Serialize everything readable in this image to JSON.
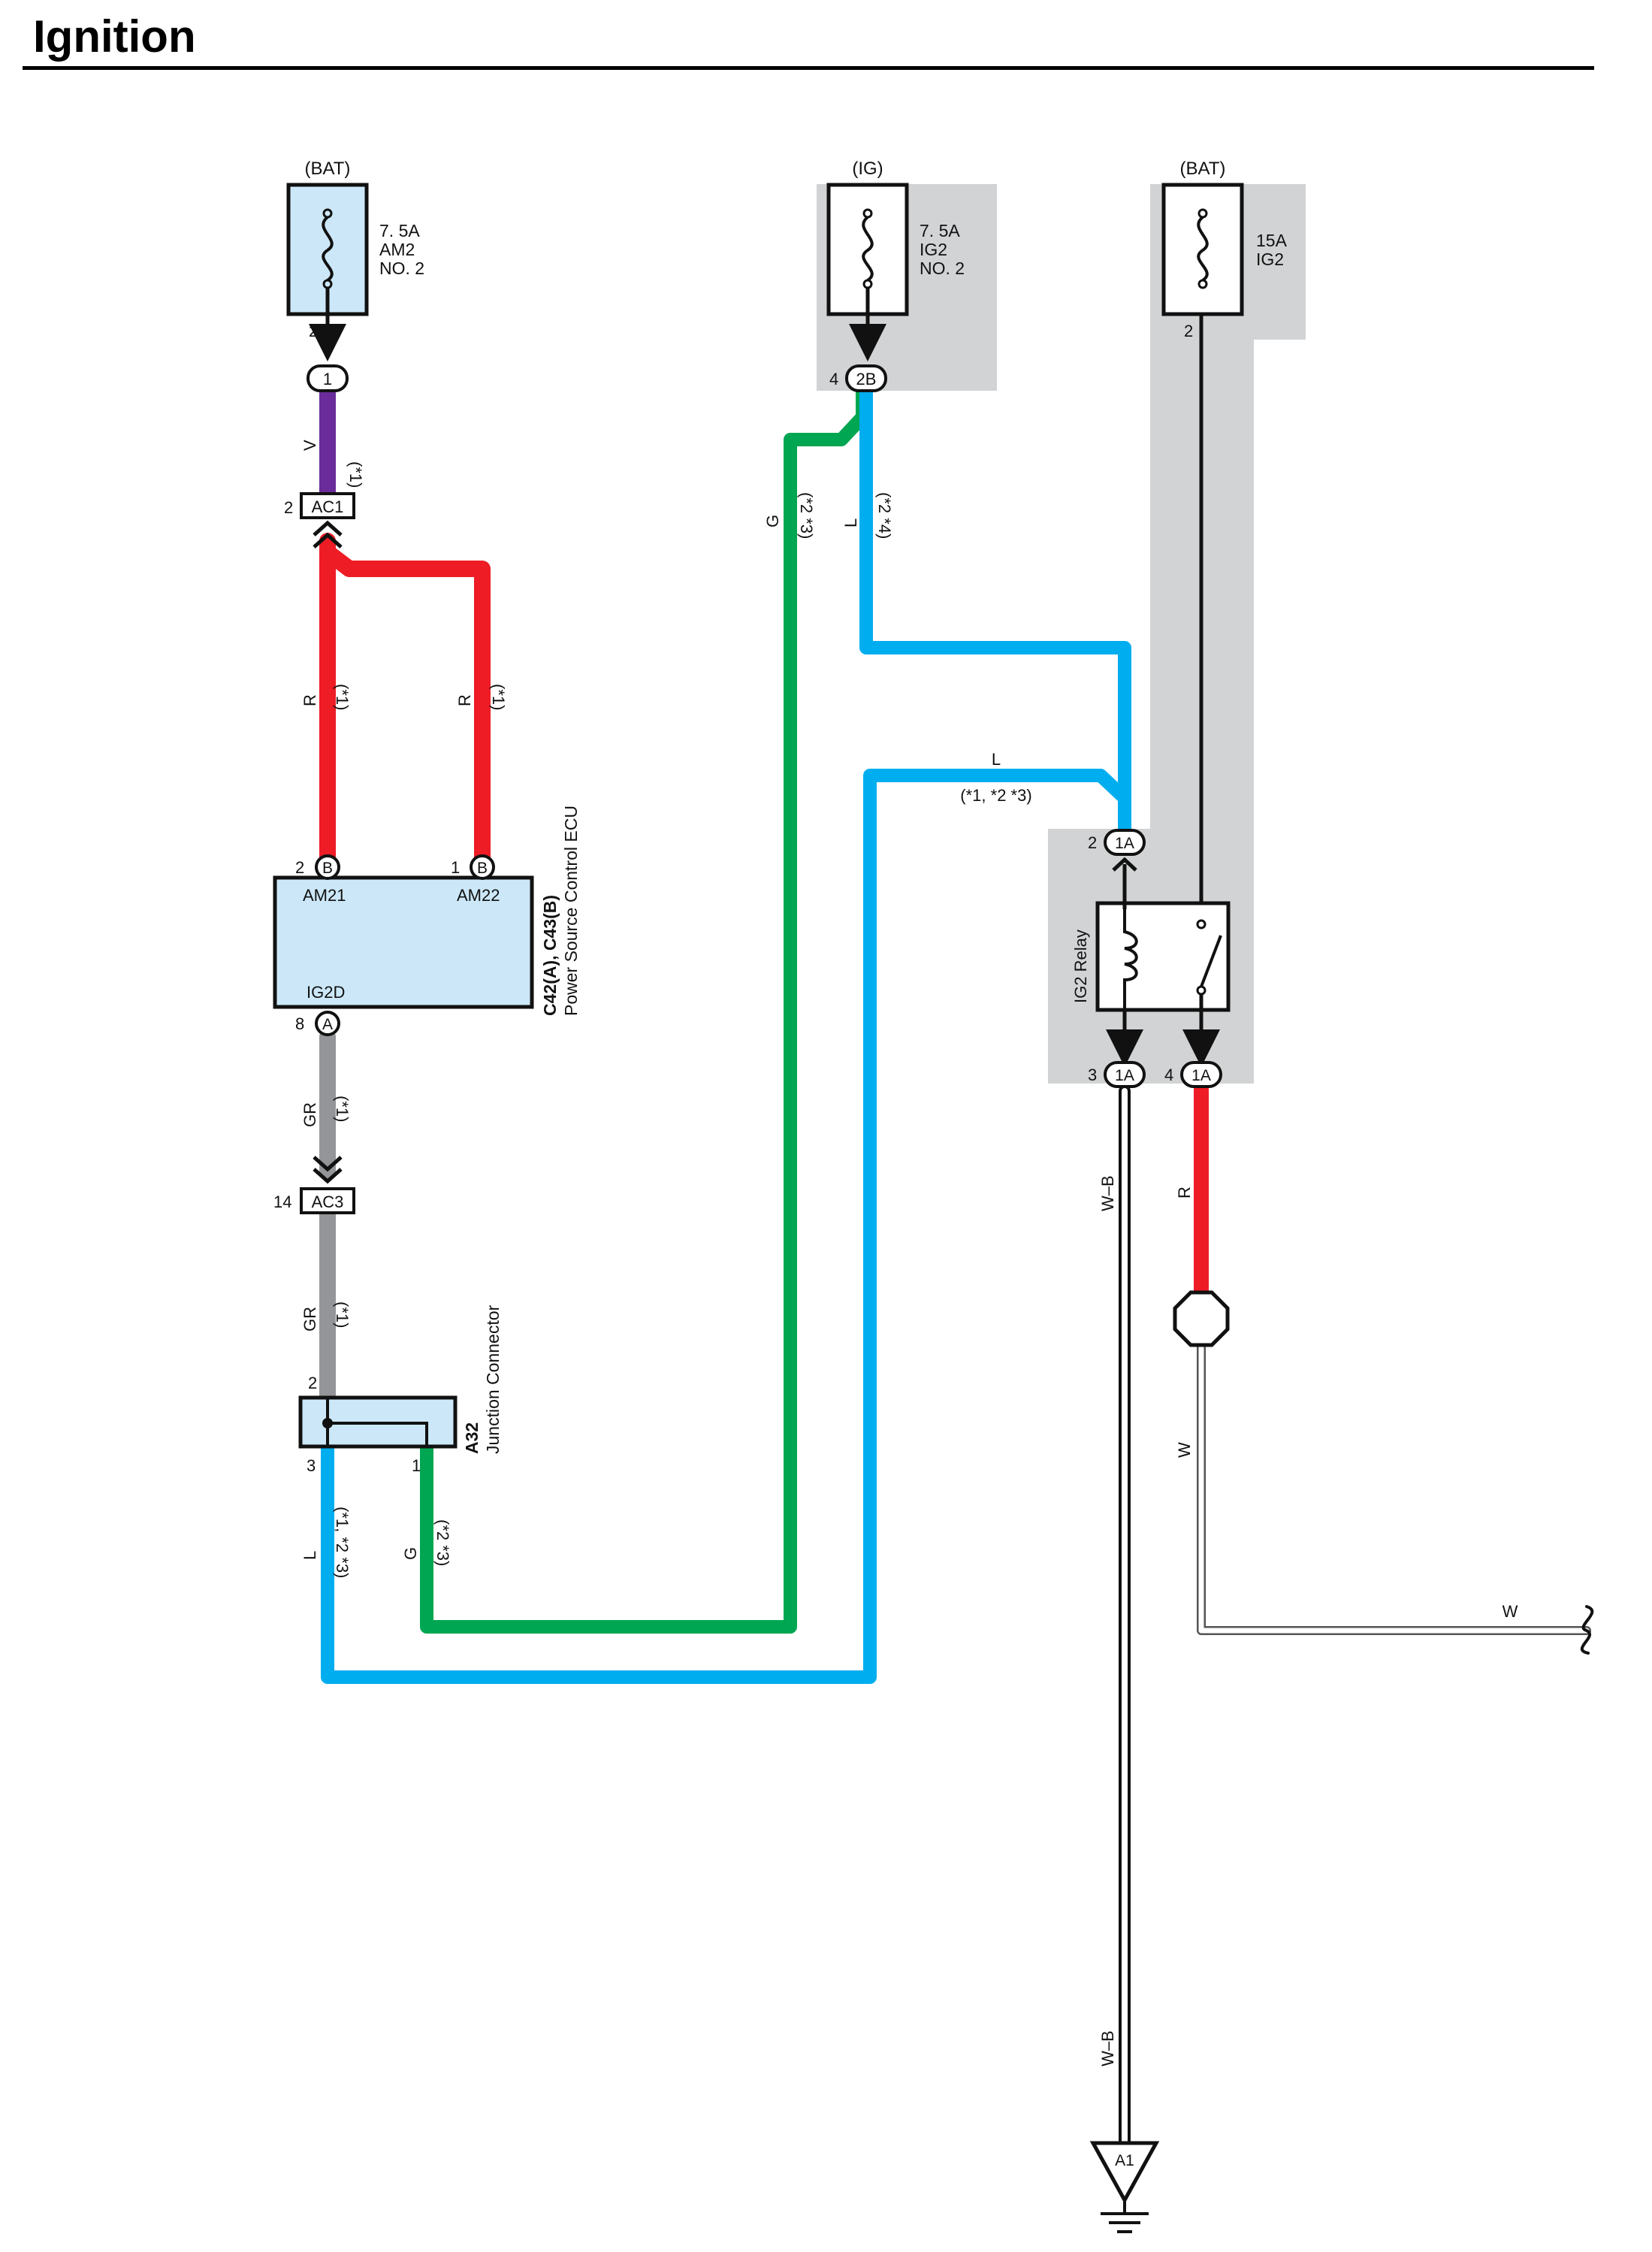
{
  "title": "Ignition",
  "colors": {
    "violet": "#6a2c9a",
    "red": "#ee1c25",
    "green": "#00a651",
    "blue": "#00aeef",
    "gray": "#939598",
    "component_fill": "#cce8f8",
    "shade": "#d1d3d4"
  },
  "fuses": {
    "am2": {
      "source": "(BAT)",
      "line1": "7. 5A",
      "line2": "AM2",
      "line3": "NO. 2",
      "pin": "2"
    },
    "ig2no2": {
      "source": "(IG)",
      "line1": "7. 5A",
      "line2": "IG2",
      "line3": "NO. 2"
    },
    "ig2": {
      "source": "(BAT)",
      "line1": "15A",
      "line2": "IG2",
      "pin": "2"
    }
  },
  "connectors": {
    "c1": {
      "label": "1"
    },
    "ac1": {
      "label": "AC1",
      "pin": "2"
    },
    "c2b": {
      "label": "2B",
      "pin": "4"
    },
    "ecu_b2": {
      "label": "B",
      "pin": "2"
    },
    "ecu_b1": {
      "label": "B",
      "pin": "1"
    },
    "ecu_a8": {
      "label": "A",
      "pin": "8"
    },
    "ac3": {
      "label": "AC3",
      "pin": "14"
    },
    "relay_in": {
      "label": "1A",
      "pin": "2"
    },
    "relay_out3": {
      "label": "1A",
      "pin": "3"
    },
    "relay_out4": {
      "label": "1A",
      "pin": "4"
    },
    "ground": {
      "label": "A1"
    }
  },
  "ecu": {
    "name_line1": "C42(A), C43(B)",
    "name_line2": "Power Source Control ECU",
    "am21": "AM21",
    "am22": "AM22",
    "ig2d": "IG2D"
  },
  "junction": {
    "name_line1": "A32",
    "name_line2": "Junction Connector",
    "pin2": "2",
    "pin3": "3",
    "pin1": "1"
  },
  "relay": {
    "name": "IG2 Relay"
  },
  "wires": {
    "w_v": {
      "color": "V",
      "note": "(*1)"
    },
    "w_r1": {
      "color": "R",
      "note": "(*1)"
    },
    "w_r2": {
      "color": "R",
      "note": "(*1)"
    },
    "w_gr1": {
      "color": "GR",
      "note": "(*1)"
    },
    "w_gr2": {
      "color": "GR",
      "note": "(*1)"
    },
    "w_g_left": {
      "color": "G",
      "note": "(*2 *3)"
    },
    "w_l_left": {
      "color": "L",
      "note": "(*1, *2 *3)"
    },
    "w_g_mid": {
      "color": "G",
      "note": "(*2 *3)"
    },
    "w_l_mid": {
      "color": "L",
      "note": "(*2 *4)"
    },
    "w_l_horiz": {
      "color": "L",
      "note": "(*1, *2 *3)"
    },
    "w_wb1": {
      "color": "W–B"
    },
    "w_wb2": {
      "color": "W–B"
    },
    "w_r_relay": {
      "color": "R"
    },
    "w_w_vert": {
      "color": "W"
    },
    "w_w_horiz": {
      "color": "W"
    }
  }
}
